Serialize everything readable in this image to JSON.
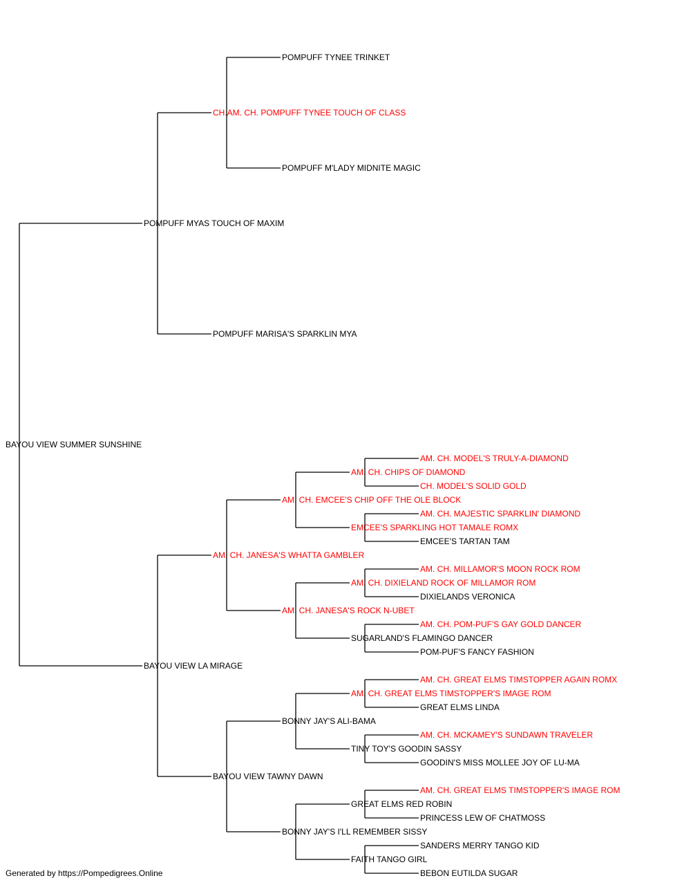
{
  "colors": {
    "champion": "#ff0000",
    "regular": "#000000",
    "line": "#000000"
  },
  "footer": "Generated by https://Pompedigrees.Online",
  "root": {
    "name": "BAYOU VIEW SUMMER SUNSHINE",
    "champion": false,
    "sire": {
      "name": "POMPUFF MYAS TOUCH OF MAXIM",
      "champion": false,
      "sire": {
        "name": "CH.AM. CH. POMPUFF TYNEE TOUCH OF CLASS",
        "champion": true,
        "sire": {
          "name": "POMPUFF TYNEE TRINKET",
          "champion": false
        },
        "dam": {
          "name": "POMPUFF M'LADY MIDNITE MAGIC",
          "champion": false
        }
      },
      "dam": {
        "name": "POMPUFF MARISA'S SPARKLIN MYA",
        "champion": false
      }
    },
    "dam": {
      "name": "BAYOU VIEW LA MIRAGE",
      "champion": false,
      "sire": {
        "name": "AM. CH. JANESA'S WHATTA GAMBLER",
        "champion": true,
        "sire": {
          "name": "AM. CH. EMCEE'S CHIP OFF THE OLE BLOCK",
          "champion": true,
          "sire": {
            "name": "AM. CH. CHIPS OF DIAMOND",
            "champion": true,
            "sire": {
              "name": "AM. CH. MODEL'S TRULY-A-DIAMOND",
              "champion": true
            },
            "dam": {
              "name": "CH. MODEL'S SOLID GOLD",
              "champion": true
            }
          },
          "dam": {
            "name": "EMCEE'S SPARKLING HOT TAMALE ROMX",
            "champion": true,
            "sire": {
              "name": "AM. CH. MAJESTIC SPARKLIN' DIAMOND",
              "champion": true
            },
            "dam": {
              "name": "EMCEE'S TARTAN TAM",
              "champion": false
            }
          }
        },
        "dam": {
          "name": "AM. CH. JANESA'S ROCK N-UBET",
          "champion": true,
          "sire": {
            "name": "AM. CH. DIXIELAND ROCK OF MILLAMOR ROM",
            "champion": true,
            "sire": {
              "name": "AM. CH. MILLAMOR'S MOON ROCK ROM",
              "champion": true
            },
            "dam": {
              "name": "DIXIELANDS VERONICA",
              "champion": false
            }
          },
          "dam": {
            "name": "SUGARLAND'S FLAMINGO DANCER",
            "champion": false,
            "sire": {
              "name": "AM. CH. POM-PUF'S GAY GOLD DANCER",
              "champion": true
            },
            "dam": {
              "name": "POM-PUF'S FANCY FASHION",
              "champion": false
            }
          }
        }
      },
      "dam": {
        "name": "BAYOU VIEW TAWNY DAWN",
        "champion": false,
        "sire": {
          "name": "BONNY JAY'S ALI-BAMA",
          "champion": false,
          "sire": {
            "name": "AM. CH. GREAT ELMS TIMSTOPPER'S IMAGE ROM",
            "champion": true,
            "sire": {
              "name": "AM. CH. GREAT ELMS TIMSTOPPER AGAIN ROMX",
              "champion": true
            },
            "dam": {
              "name": "GREAT ELMS LINDA",
              "champion": false
            }
          },
          "dam": {
            "name": "TINY TOY'S GOODIN SASSY",
            "champion": false,
            "sire": {
              "name": "AM. CH. MCKAMEY'S SUNDAWN TRAVELER",
              "champion": true
            },
            "dam": {
              "name": "GOODIN'S MISS MOLLEE JOY OF LU-MA",
              "champion": false
            }
          }
        },
        "dam": {
          "name": "BONNY JAY'S I'LL REMEMBER SISSY",
          "champion": false,
          "sire": {
            "name": "GREAT ELMS RED ROBIN",
            "champion": false,
            "sire": {
              "name": "AM. CH. GREAT ELMS TIMSTOPPER'S IMAGE ROM",
              "champion": true
            },
            "dam": {
              "name": "PRINCESS LEW OF CHATMOSS",
              "champion": false
            }
          },
          "dam": {
            "name": "FAITH TANGO GIRL",
            "champion": false,
            "sire": {
              "name": "SANDERS MERRY TANGO KID",
              "champion": false
            },
            "dam": {
              "name": "BEBON EUTILDA SUGAR",
              "champion": false
            }
          }
        }
      }
    }
  }
}
